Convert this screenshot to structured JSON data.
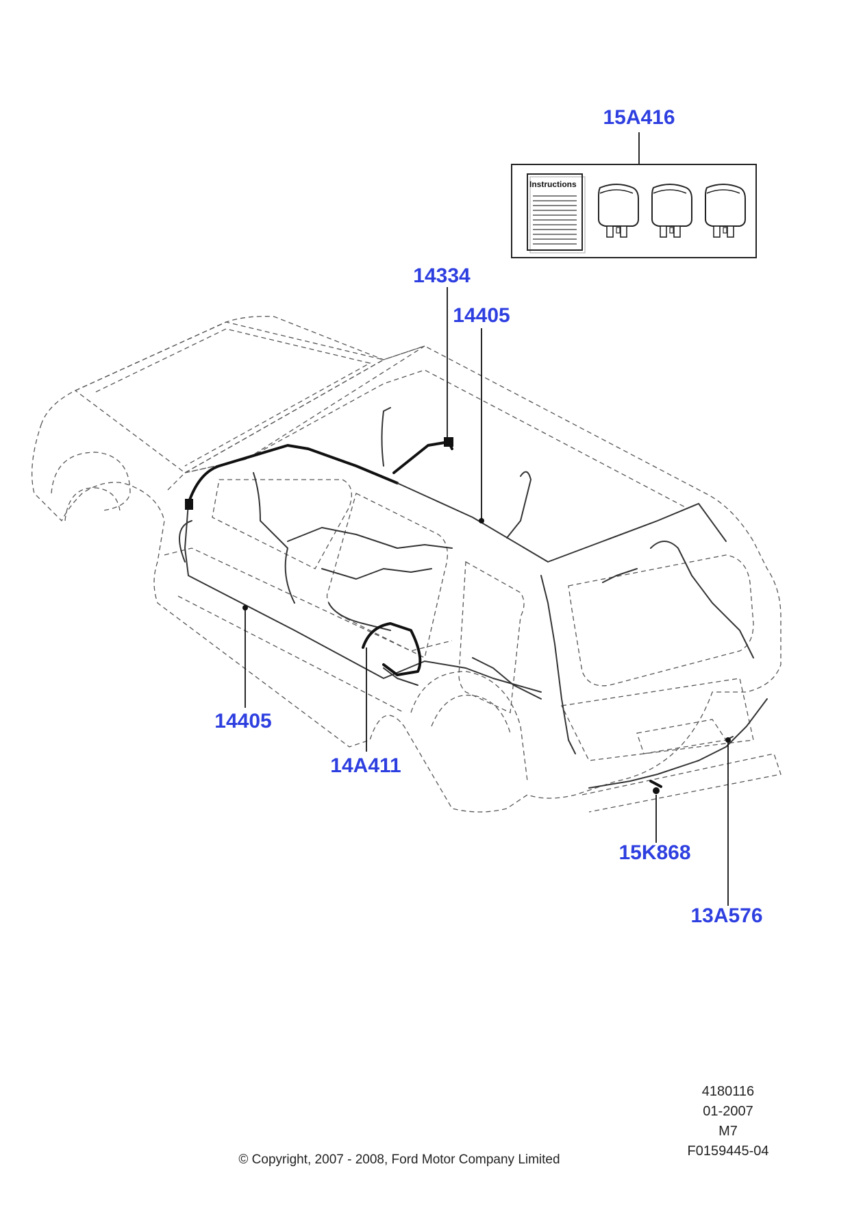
{
  "callouts": {
    "kit": "15A416",
    "c14334": "14334",
    "c14405_top": "14405",
    "c14405_left": "14405",
    "c14A411": "14A411",
    "c15K868": "15K868",
    "c13A576": "13A576"
  },
  "kit_box": {
    "instructions_label": "Instructions"
  },
  "footer": {
    "ref_1": "4180116",
    "ref_2": "01-2007",
    "ref_3": "M7",
    "ref_4": "F0159445-04",
    "copyright": "© Copyright, 2007 - 2008, Ford Motor Company Limited"
  },
  "colors": {
    "callout": "#2e3fe0",
    "line": "#222222"
  }
}
